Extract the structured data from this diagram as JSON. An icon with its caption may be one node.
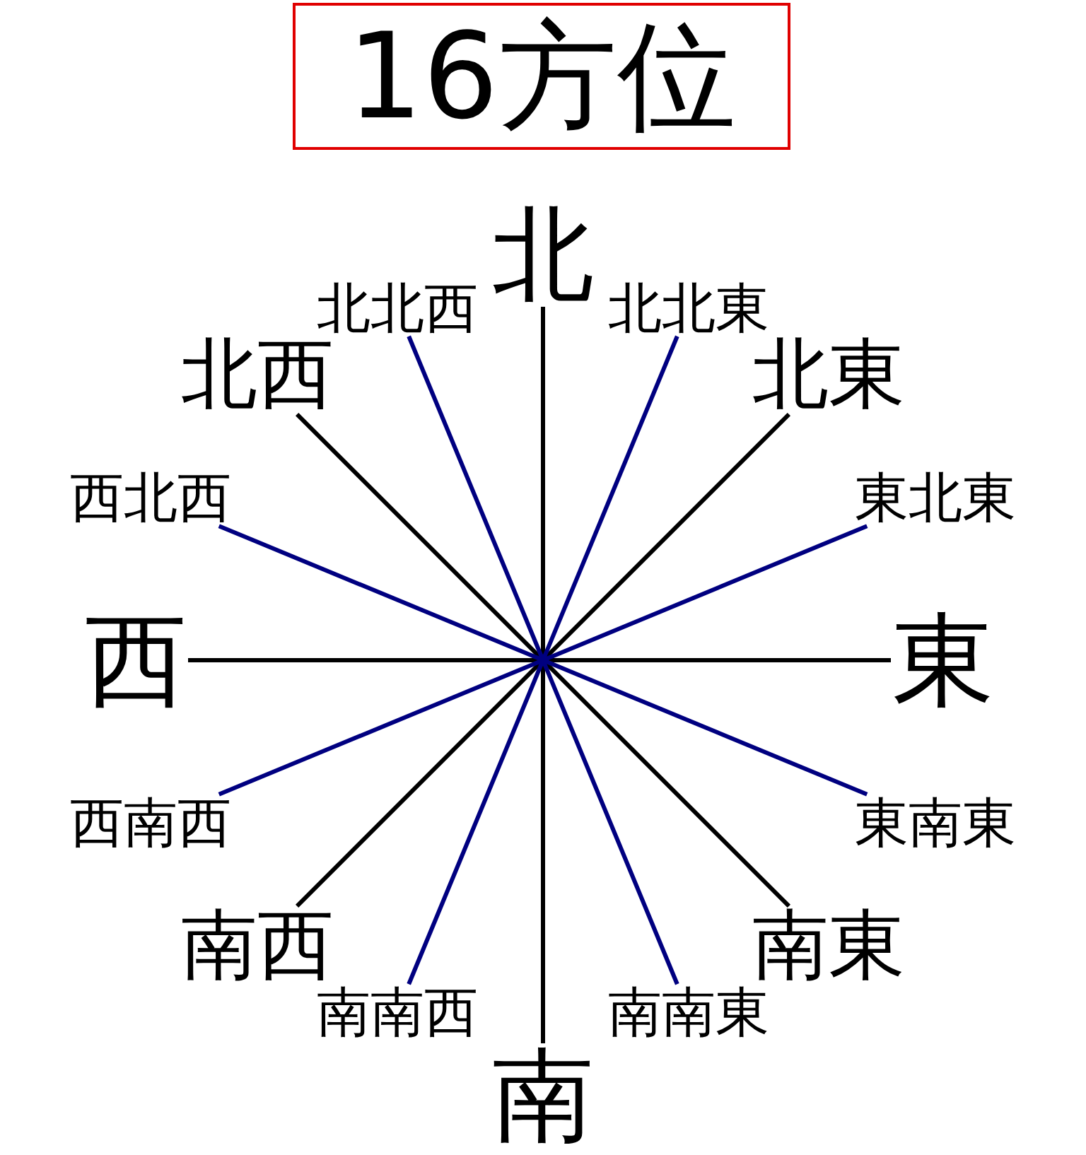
{
  "diagram": {
    "title": "16方位",
    "nodes": [
      {
        "text": [
          "北"
        ]
      },
      {
        "text": [
          "北北東"
        ]
      },
      {
        "text": [
          "北東"
        ]
      },
      {
        "text": [
          "東北東"
        ]
      },
      {
        "text": [
          "東"
        ]
      },
      {
        "text": [
          "東南東"
        ]
      },
      {
        "text": [
          "南東"
        ]
      },
      {
        "text": [
          "南南東"
        ]
      },
      {
        "text": [
          "南"
        ]
      },
      {
        "text": [
          "南南西"
        ]
      },
      {
        "text": [
          "南西"
        ]
      },
      {
        "text": [
          "西南西"
        ]
      },
      {
        "text": [
          "西"
        ]
      },
      {
        "text": [
          "西北西"
        ]
      },
      {
        "text": [
          "北西"
        ]
      },
      {
        "text": [
          "北北西"
        ]
      }
    ],
    "edges": [
      {
        "from": 0,
        "to": 8,
        "arrow": "none"
      },
      {
        "from": 2,
        "to": 10,
        "arrow": "none"
      },
      {
        "from": 4,
        "to": 12,
        "arrow": "none"
      },
      {
        "from": 6,
        "to": 14,
        "arrow": "none"
      },
      {
        "from": 1,
        "to": 9,
        "arrow": "none",
        "color": "#000080"
      },
      {
        "from": 3,
        "to": 11,
        "arrow": "none",
        "color": "#000080"
      },
      {
        "from": 5,
        "to": 13,
        "arrow": "none",
        "color": "#000080"
      },
      {
        "from": 7,
        "to": 15,
        "arrow": "none",
        "color": "#000080"
      }
    ]
  }
}
